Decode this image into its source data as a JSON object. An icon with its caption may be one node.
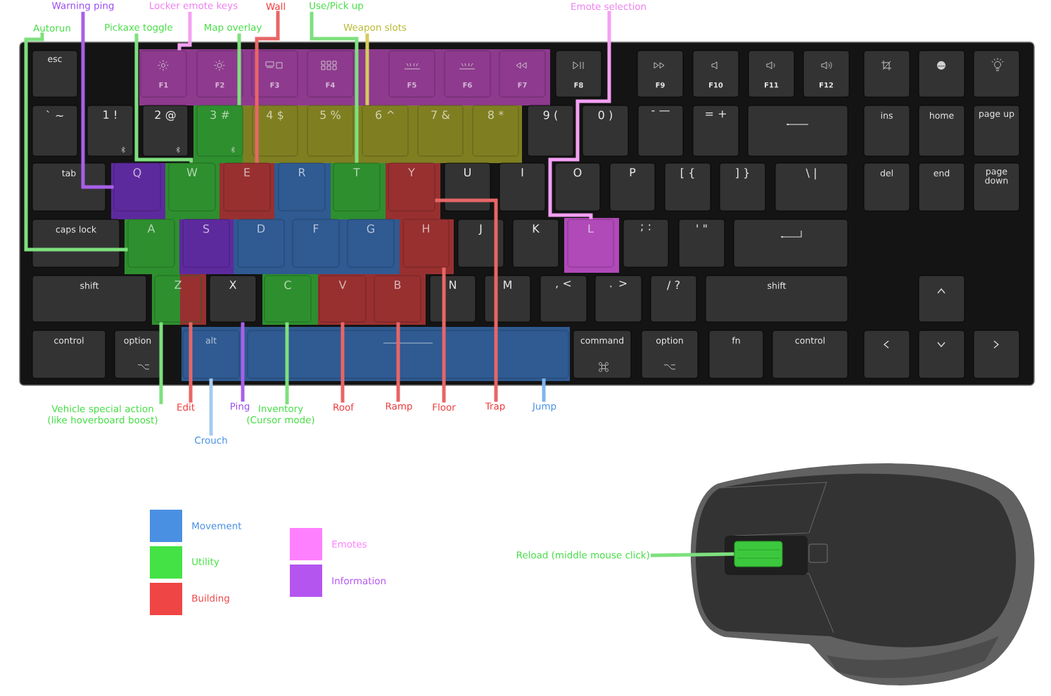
{
  "diagram": {
    "nodes": [
      {
        "text": [
          "Warning ping"
        ]
      },
      {
        "text": [
          "Locker emote keys"
        ]
      },
      {
        "text": [
          "Wall"
        ]
      },
      {
        "text": [
          "Use/Pick up"
        ]
      },
      {
        "text": [
          "Emote selection"
        ]
      },
      {
        "text": [
          "Autorun"
        ]
      },
      {
        "text": [
          "Pickaxe toggle"
        ]
      },
      {
        "text": [
          "Map overlay"
        ]
      },
      {
        "text": [
          "Weapon slots"
        ]
      },
      {
        "text": [
          "Vehicle special action (like hoverboard boost)"
        ]
      },
      {
        "text": [
          "Edit"
        ]
      },
      {
        "text": [
          "Ping"
        ]
      },
      {
        "text": [
          "Inventory (Cursor mode)"
        ]
      },
      {
        "text": [
          "Roof"
        ]
      },
      {
        "text": [
          "Ramp"
        ]
      },
      {
        "text": [
          "Floor"
        ]
      },
      {
        "text": [
          "Trap"
        ]
      },
      {
        "text": [
          "Jump"
        ]
      },
      {
        "text": [
          "Crouch"
        ]
      },
      {
        "text": [
          "Reload (middle mouse click)"
        ]
      },
      {
        "text": [
          "esc"
        ]
      },
      {
        "text": [
          "F1"
        ]
      },
      {
        "text": [
          "F2"
        ]
      },
      {
        "text": [
          "F3"
        ]
      },
      {
        "text": [
          "F4"
        ]
      },
      {
        "text": [
          "F5"
        ]
      },
      {
        "text": [
          "F6"
        ]
      },
      {
        "text": [
          "F7"
        ]
      },
      {
        "text": [
          "F8"
        ]
      },
      {
        "text": [
          "F9"
        ]
      },
      {
        "text": [
          "F10"
        ]
      },
      {
        "text": [
          "F11"
        ]
      },
      {
        "text": [
          "F12"
        ]
      },
      {
        "text": [],
        "shape": "box"
      },
      {
        "text": [],
        "shape": "box"
      },
      {
        "text": [],
        "shape": "box"
      },
      {
        "text": [
          "` ~"
        ]
      },
      {
        "text": [
          "1 !"
        ]
      },
      {
        "text": [
          "2 @"
        ]
      },
      {
        "text": [
          "3 #"
        ]
      },
      {
        "text": [
          "4 $"
        ]
      },
      {
        "text": [
          "5 %"
        ]
      },
      {
        "text": [
          "6 ^"
        ]
      },
      {
        "text": [
          "7 &"
        ]
      },
      {
        "text": [
          "8 *"
        ]
      },
      {
        "text": [
          "9 ("
        ]
      },
      {
        "text": [
          "0 )"
        ]
      },
      {
        "text": [
          "- —"
        ]
      },
      {
        "text": [
          "= +"
        ]
      },
      {
        "text": [],
        "shape": "box"
      },
      {
        "text": [
          "ins"
        ]
      },
      {
        "text": [
          "home"
        ]
      },
      {
        "text": [
          "page up"
        ]
      },
      {
        "text": [
          "tab"
        ]
      },
      {
        "text": [
          "Q"
        ]
      },
      {
        "text": [
          "W"
        ]
      },
      {
        "text": [
          "E"
        ]
      },
      {
        "text": [
          "R"
        ]
      },
      {
        "text": [
          "T"
        ]
      },
      {
        "text": [
          "Y"
        ]
      },
      {
        "text": [
          "U"
        ]
      },
      {
        "text": [
          "I"
        ]
      },
      {
        "text": [
          "O"
        ]
      },
      {
        "text": [
          "P"
        ]
      },
      {
        "text": [
          "[ {"
        ]
      },
      {
        "text": [
          "] }"
        ]
      },
      {
        "text": [
          "\\ |"
        ]
      },
      {
        "text": [
          "del"
        ]
      },
      {
        "text": [
          "end"
        ]
      },
      {
        "text": [
          "page down"
        ]
      },
      {
        "text": [
          "caps lock"
        ]
      },
      {
        "text": [
          "A"
        ]
      },
      {
        "text": [
          "S"
        ]
      },
      {
        "text": [
          "D"
        ]
      },
      {
        "text": [
          "F"
        ]
      },
      {
        "text": [
          "G"
        ]
      },
      {
        "text": [
          "H"
        ]
      },
      {
        "text": [
          "J"
        ]
      },
      {
        "text": [
          "K"
        ]
      },
      {
        "text": [
          "L"
        ]
      },
      {
        "text": [
          "; :"
        ]
      },
      {
        "text": [
          "' \""
        ]
      },
      {
        "text": [],
        "shape": "box"
      },
      {
        "text": [
          "shift"
        ]
      },
      {
        "text": [
          "Z"
        ]
      },
      {
        "text": [
          "X"
        ]
      },
      {
        "text": [
          "C"
        ]
      },
      {
        "text": [
          "V"
        ]
      },
      {
        "text": [
          "B"
        ]
      },
      {
        "text": [
          "N"
        ]
      },
      {
        "text": [
          "M"
        ]
      },
      {
        "text": [
          ", <"
        ]
      },
      {
        "text": [
          ". >"
        ]
      },
      {
        "text": [
          "/ ?"
        ]
      },
      {
        "text": [
          "shift"
        ]
      },
      {
        "text": [],
        "shape": "box"
      },
      {
        "text": [
          "control"
        ]
      },
      {
        "text": [
          "option"
        ]
      },
      {
        "text": [
          "alt"
        ]
      },
      {
        "text": [],
        "shape": "box"
      },
      {
        "text": [
          "command"
        ]
      },
      {
        "text": [
          "option"
        ]
      },
      {
        "text": [
          "fn"
        ]
      },
      {
        "text": [
          "control"
        ]
      },
      {
        "text": [],
        "shape": "box"
      },
      {
        "text": [],
        "shape": "box"
      },
      {
        "text": [],
        "shape": "box"
      },
      {
        "text": [],
        "shape": "box"
      }
    ],
    "edges": [
      {
        "from": 0,
        "to": 54,
        "arrow": "none",
        "color": "#a860e8"
      },
      {
        "from": 1,
        "to": 21,
        "arrow": "none",
        "color": "#f4a0f4"
      },
      {
        "from": 2,
        "to": 56,
        "arrow": "none",
        "color": "#e86666"
      },
      {
        "from": 3,
        "to": 58,
        "arrow": "none",
        "color": "#7ee07e"
      },
      {
        "from": 4,
        "to": 79,
        "arrow": "none",
        "color": "#f4a0f4"
      },
      {
        "from": 5,
        "to": 71,
        "arrow": "none",
        "color": "#7ee07e"
      },
      {
        "from": 6,
        "to": 55,
        "arrow": "none",
        "color": "#7ee07e"
      },
      {
        "from": 7,
        "to": 39,
        "arrow": "none",
        "color": "#7ee07e"
      },
      {
        "from": 8,
        "to": 42,
        "arrow": "none",
        "color": "#d4cc5c"
      },
      {
        "from": 9,
        "to": 84,
        "arrow": "none",
        "color": "#7ee07e"
      },
      {
        "from": 10,
        "to": 84,
        "arrow": "none",
        "color": "#e86666"
      },
      {
        "from": 11,
        "to": 85,
        "arrow": "none",
        "color": "#a860e8"
      },
      {
        "from": 12,
        "to": 86,
        "arrow": "none",
        "color": "#7ee07e"
      },
      {
        "from": 13,
        "to": 87,
        "arrow": "none",
        "color": "#e86666"
      },
      {
        "from": 14,
        "to": 88,
        "arrow": "none",
        "color": "#e86666"
      },
      {
        "from": 15,
        "to": 76,
        "arrow": "none",
        "color": "#e86666"
      },
      {
        "from": 16,
        "to": 59,
        "arrow": "none",
        "color": "#e86666"
      },
      {
        "from": 17,
        "to": 99,
        "arrow": "none",
        "color": "#80b4ee"
      },
      {
        "from": 18,
        "to": 98,
        "arrow": "none",
        "color": "#a6cbf0"
      },
      {
        "from": 19,
        "to": 107,
        "arrow": "none",
        "color": "#7ee07e"
      }
    ],
    "legend": [
      {
        "text": "Movement",
        "color": "#4a90e2"
      },
      {
        "text": "Utility",
        "color": "#44e244"
      },
      {
        "text": "Building",
        "color": "#f04545"
      },
      {
        "text": "Emotes",
        "color": "#ff80ff"
      },
      {
        "text": "Information",
        "color": "#b455f0"
      }
    ]
  }
}
